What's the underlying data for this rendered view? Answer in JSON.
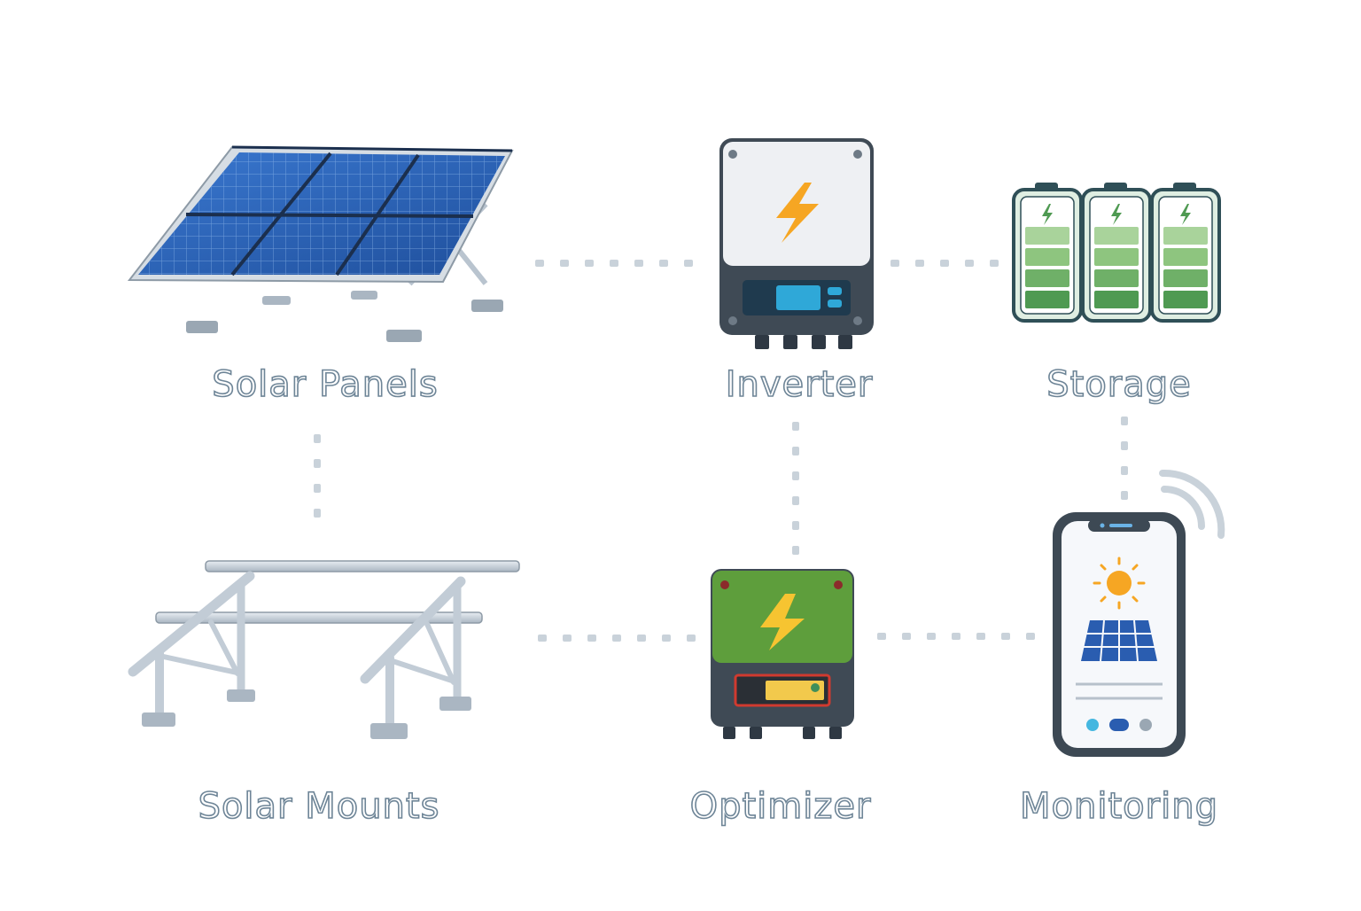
{
  "components": {
    "solar_panels": {
      "label": "Solar Panels"
    },
    "inverter": {
      "label": "Inverter"
    },
    "storage": {
      "label": "Storage"
    },
    "solar_mounts": {
      "label": "Solar Mounts"
    },
    "optimizer": {
      "label": "Optimizer"
    },
    "monitoring": {
      "label": "Monitoring"
    }
  },
  "colors": {
    "background": "#ffffff",
    "label_outline": "#6e8597",
    "connector": "#c9d2da",
    "panel_blue": "#2a5db0",
    "panel_frame": "#d6dde4",
    "inverter_body": "#eef0f3",
    "inverter_base": "#3f4a55",
    "inverter_screen": "#2fa8d8",
    "bolt_orange": "#f6a623",
    "battery_fill": "#6fb068",
    "battery_frame": "#2f4f57",
    "optimizer_green": "#5e9e3c",
    "optimizer_base": "#3f4a55",
    "optimizer_display": "#f2c94c",
    "phone_frame": "#3d4954",
    "sun": "#f6a623"
  },
  "icons": [
    "solar-panel-icon",
    "inverter-icon",
    "battery-icon",
    "mount-frame-icon",
    "optimizer-icon",
    "smartphone-icon",
    "wifi-signal-icon",
    "sun-icon",
    "lightning-bolt-icon"
  ]
}
